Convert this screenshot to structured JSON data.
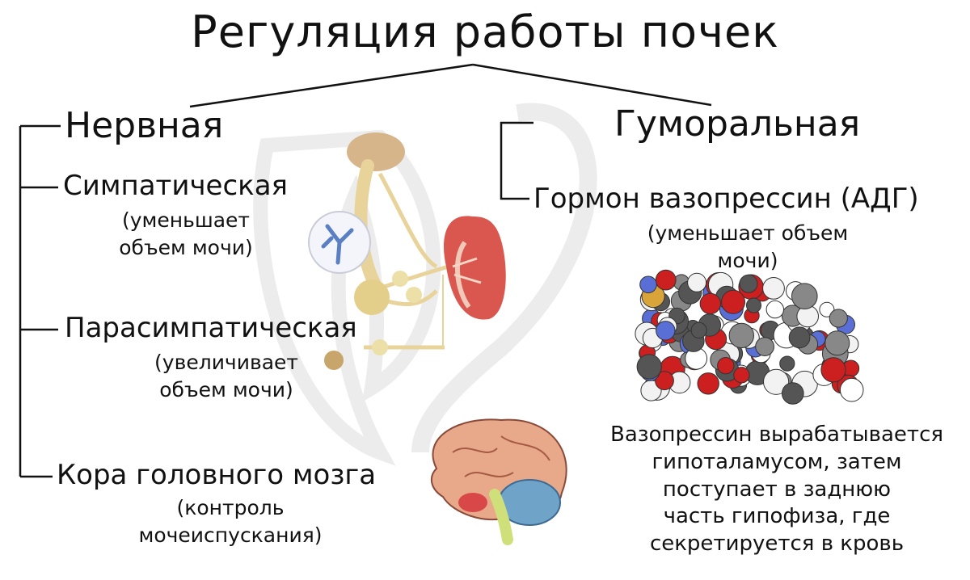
{
  "title": "Регуляция работы почек",
  "nervous": {
    "heading": "Нервная",
    "sympathetic": {
      "label": "Симпатическая",
      "note": [
        "(уменьшает",
        "объем мочи)"
      ]
    },
    "parasympathetic": {
      "label": "Парасимпатическая",
      "note": [
        "(увеличивает",
        "объем мочи)"
      ]
    },
    "cortex": {
      "label": "Кора головного мозга",
      "note": [
        "(контроль",
        "мочеиспускания)"
      ]
    }
  },
  "humoral": {
    "heading": "Гуморальная",
    "hormone": {
      "label": "Гормон вазопрессин (АДГ)",
      "note": [
        "(уменьшает объем",
        "мочи)"
      ]
    },
    "description": [
      "Вазопрессин вырабатывается",
      "гипоталамусом, затем",
      "поступает в заднюю",
      "часть гипофиза, где",
      "секретируется в кровь"
    ]
  },
  "colors": {
    "line": "#111111",
    "kidney": "#d9574e",
    "nerve": "#e8d49a",
    "brain": "#e8a98a",
    "cerebellum": "#6fa3c8",
    "oxygen": "#cc1f1f",
    "nitrogen": "#5a6fd6",
    "carbon": "#555555",
    "sulfur": "#d9a53a"
  },
  "icons": [
    "kidney-nerve-illustration",
    "molecule-illustration",
    "brain-illustration",
    "watermark-leaf"
  ]
}
